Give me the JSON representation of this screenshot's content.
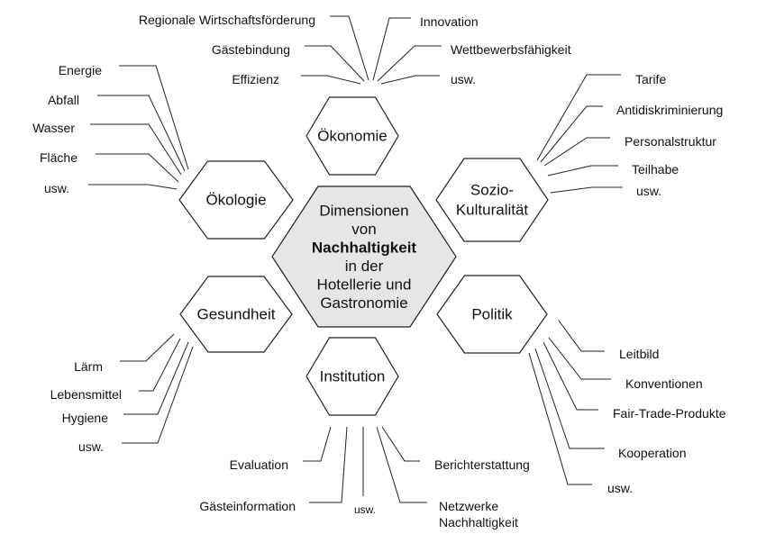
{
  "center": {
    "lines": [
      "Dimensionen",
      "von",
      "Nachhaltigkeit",
      "in der",
      "Hotellerie und",
      "Gastronomie"
    ],
    "bold_index": 2,
    "fill": "#e6e6e6"
  },
  "dimensions": [
    {
      "id": "oekonomie",
      "lines": [
        "Ökonomie"
      ],
      "items": [
        "Regionale Wirtschaftsförderung",
        "Gästebindung",
        "Effizienz",
        "Innovation",
        "Wettbewerbsfähigkeit",
        "usw."
      ]
    },
    {
      "id": "oekologie",
      "lines": [
        "Ökologie"
      ],
      "items": [
        "Energie",
        "Abfall",
        "Wasser",
        "Fläche",
        "usw."
      ]
    },
    {
      "id": "soziokulturalitaet",
      "lines": [
        "Sozio-",
        "Kulturalität"
      ],
      "items": [
        "Tarife",
        "Antidiskriminierung",
        "Personalstruktur",
        "Teilhabe",
        "usw."
      ]
    },
    {
      "id": "gesundheit",
      "lines": [
        "Gesundheit"
      ],
      "items": [
        "Lärm",
        "Lebensmittel",
        "Hygiene",
        "usw."
      ]
    },
    {
      "id": "politik",
      "lines": [
        "Politik"
      ],
      "items": [
        "Leitbild",
        "Konventionen",
        "Fair-Trade-Produkte",
        "Kooperation",
        "usw."
      ]
    },
    {
      "id": "institution",
      "lines": [
        "Institution"
      ],
      "items": [
        "Evaluation",
        "Gästeinformation",
        "usw.",
        "Berichterstattung",
        "Netzwerke Nachhaltigkeit"
      ]
    }
  ]
}
